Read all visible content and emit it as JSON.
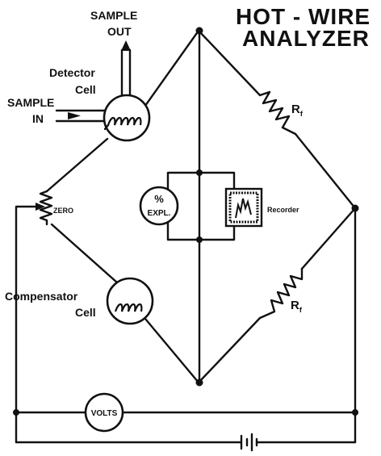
{
  "title": {
    "line1": "HOT - WIRE",
    "line2": "ANALYZER"
  },
  "labels": {
    "sample_out_1": "SAMPLE",
    "sample_out_2": "OUT",
    "sample_in_1": "SAMPLE",
    "sample_in_2": "IN",
    "detector_1": "Detector",
    "detector_2": "Cell",
    "compensator_1": "Compensator",
    "compensator_2": "Cell",
    "zero": "ZERO",
    "percent": "%",
    "expl": "EXPL.",
    "recorder": "Recorder",
    "volts": "VOLTS",
    "rf_top": "R",
    "rf_top_sub": "f",
    "rf_bottom": "R",
    "rf_bottom_sub": "f"
  }
}
